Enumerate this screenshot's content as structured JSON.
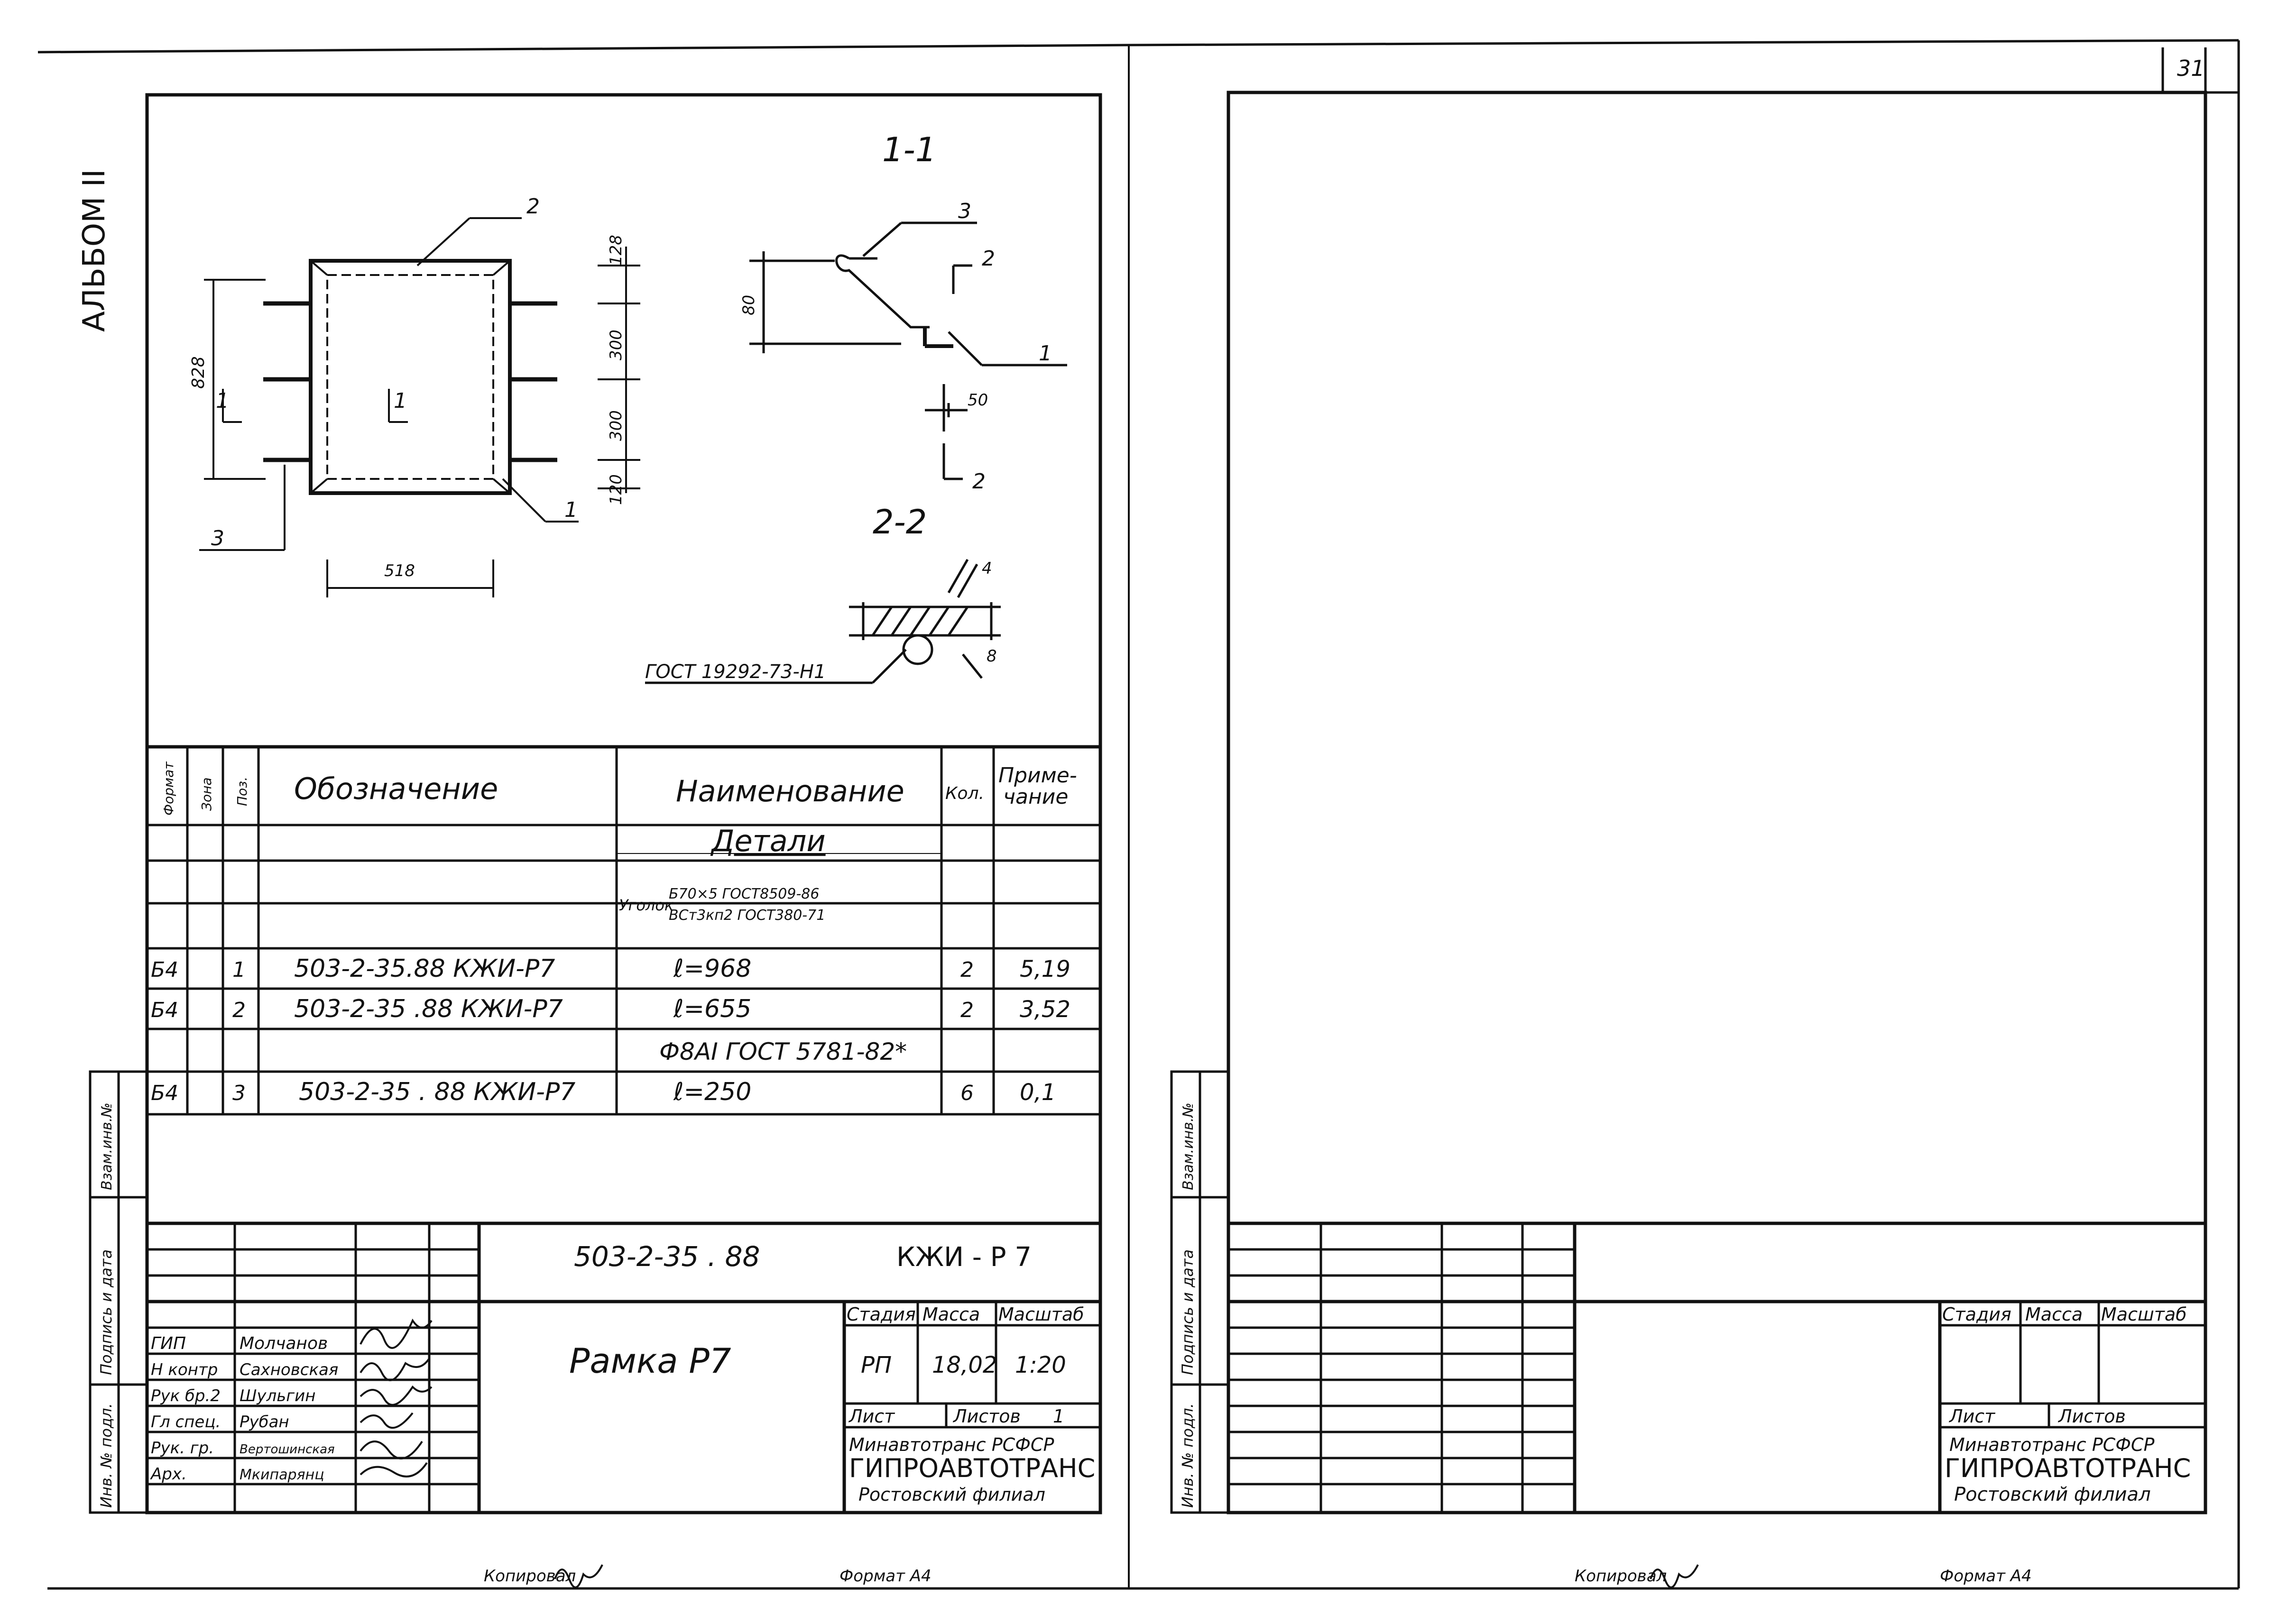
{
  "album_label": "АЛЬБОМ II",
  "page_number": "31",
  "drawing": {
    "section_1_1": "1-1",
    "section_2_2": "2-2",
    "callout_1": "1",
    "callout_2": "2",
    "callout_3": "3",
    "dim_828": "828",
    "dim_128": "128",
    "dim_300a": "300",
    "dim_300b": "300",
    "dim_120": "120",
    "dim_518": "518",
    "dim_80": "80",
    "dim_50": "50",
    "dim_4": "4",
    "dim_8": "8",
    "weld_note": "ГОСТ 19292-73-Н1",
    "cut_label": "1",
    "cut2_label": "2"
  },
  "spec": {
    "headers": {
      "format": "Формат",
      "zone": "Зона",
      "pos": "Поз.",
      "designation": "Обозначение",
      "name": "Наименование",
      "qty": "Кол.",
      "note_top": "Приме-",
      "note_bottom": "чание"
    },
    "section_title": "Детали",
    "angle_label": "Уголок",
    "angle_top": "Б70×5 ГОСТ8509-86",
    "angle_bottom": "ВСт3кп2 ГОСТ380-71",
    "rows": [
      {
        "format": "Б4",
        "pos": "1",
        "designation": "503-2-35.88 КЖИ-Р7",
        "name": "ℓ=968",
        "qty": "2",
        "note": "5,19"
      },
      {
        "format": "Б4",
        "pos": "2",
        "designation": "503-2-35 .88 КЖИ-Р7",
        "name": "ℓ=655",
        "qty": "2",
        "note": "3,52"
      },
      {
        "format": "Б4",
        "pos": "3",
        "designation": "503-2-35 . 88 КЖИ-Р7",
        "name": "ℓ=250",
        "qty": "6",
        "note": "0,1"
      }
    ],
    "rebar_line": "Ф8АI  ГОСТ 5781-82*"
  },
  "titleblock": {
    "doc_code": "503-2-35 . 88",
    "mark": "КЖИ - Р 7",
    "title": "Рамка  Р7",
    "stage_h": "Стадия",
    "mass_h": "Масса",
    "scale_h": "Масштаб",
    "stage": "РП",
    "mass": "18,02",
    "scale": "1:20",
    "sheet_h": "Лист",
    "sheets_h": "Листов",
    "sheets": "1",
    "org1": "Минавтотранс РСФСР",
    "org2": "ГИПРОАВТОТРАНС",
    "org3": "Ростовский филиал",
    "people": [
      {
        "role": "ГИП",
        "name": "Молчанов"
      },
      {
        "role": "Н контр",
        "name": "Сахновская"
      },
      {
        "role": "Рук бр.2",
        "name": "Шульгин"
      },
      {
        "role": "Гл спец.",
        "name": "Рубан"
      },
      {
        "role": "Рук. гр.",
        "name": "Вертошинская"
      },
      {
        "role": "Арх.",
        "name": "Мкипарянц"
      }
    ]
  },
  "side_labels": {
    "inv": "Инв. № подл.",
    "sign": "Подпись и дата",
    "repl": "Взам.инв.№"
  },
  "right_titleblock": {
    "stage_h": "Стадия",
    "mass_h": "Масса",
    "scale_h": "Масштаб",
    "sheet_h": "Лист",
    "sheets_h": "Листов",
    "org1": "Минавтотранс РСФСР",
    "org2": "ГИПРОАВТОТРАНС",
    "org3": "Ростовский филиал"
  },
  "footer": {
    "copied": "Копировал",
    "format": "Формат А4"
  }
}
